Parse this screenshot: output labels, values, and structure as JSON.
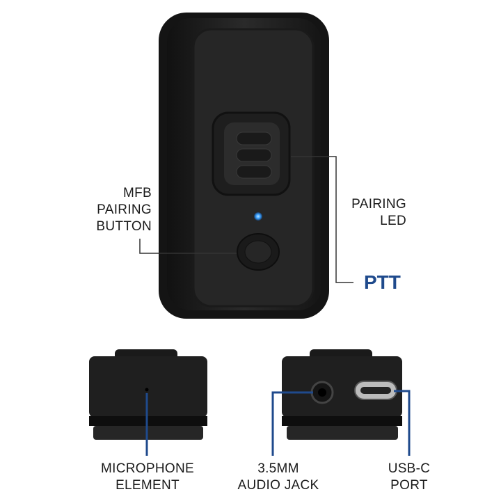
{
  "labels": {
    "mfb": [
      "MFB",
      "PAIRING",
      "BUTTON"
    ],
    "pairing_led": [
      "PAIRING",
      "LED"
    ],
    "ptt": "PTT",
    "microphone": [
      "MICROPHONE",
      "ELEMENT"
    ],
    "audio_jack": [
      "3.5MM",
      "AUDIO JACK"
    ],
    "usb_c": [
      "USB-C",
      "PORT"
    ]
  },
  "colors": {
    "accent": "#1f4a8c",
    "device": "#222222",
    "led": "#3aa0ff",
    "leader_line": "#333333"
  }
}
